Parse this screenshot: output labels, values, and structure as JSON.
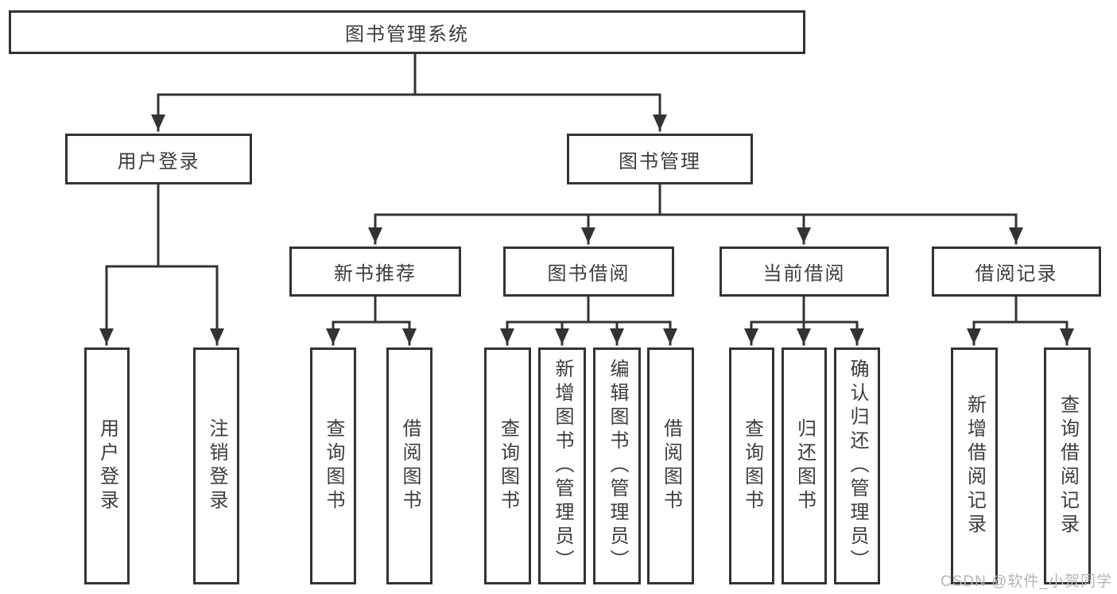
{
  "diagram": {
    "root": {
      "label": "图书管理系统"
    },
    "branches": [
      {
        "label": "用户登录",
        "children": [
          {
            "label": "用户登录"
          },
          {
            "label": "注销登录"
          }
        ]
      },
      {
        "label": "图书管理",
        "children": [
          {
            "label": "新书推荐",
            "children": [
              {
                "label": "查询图书"
              },
              {
                "label": "借阅图书"
              }
            ]
          },
          {
            "label": "图书借阅",
            "children": [
              {
                "label": "查询图书"
              },
              {
                "label": "新增图书（管理员）"
              },
              {
                "label": "编辑图书（管理员）"
              },
              {
                "label": "借阅图书"
              }
            ]
          },
          {
            "label": "当前借阅",
            "children": [
              {
                "label": "查询图书"
              },
              {
                "label": "归还图书"
              },
              {
                "label": "确认归还（管理员）"
              }
            ]
          },
          {
            "label": "借阅记录",
            "children": [
              {
                "label": "新增借阅记录"
              },
              {
                "label": "查询借阅记录"
              }
            ]
          }
        ]
      }
    ]
  },
  "watermark": {
    "text": "CSDN @软件_小贺同学"
  },
  "colors": {
    "line": "#333333",
    "text": "#3d3d3d",
    "watermark": "#b5b5b5",
    "bg": "#ffffff"
  }
}
